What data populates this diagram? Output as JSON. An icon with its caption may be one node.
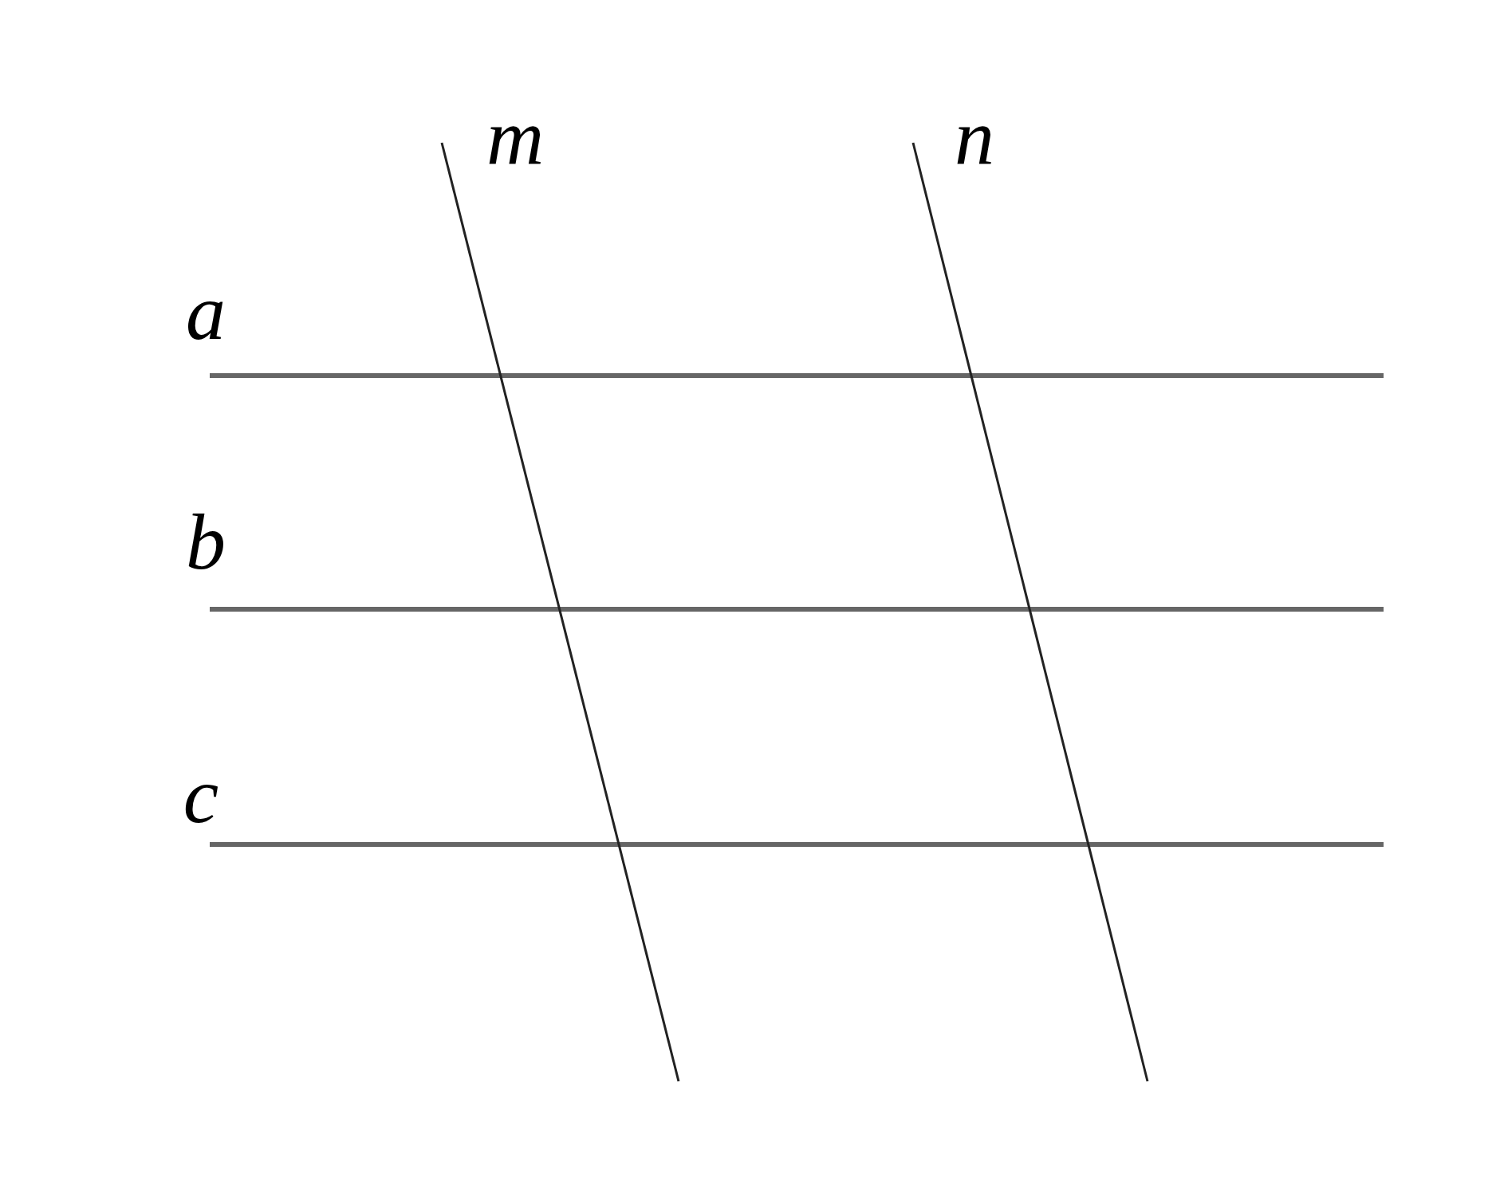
{
  "diagram": {
    "labels": [
      "m",
      "n",
      "a",
      "b",
      "c"
    ]
  }
}
